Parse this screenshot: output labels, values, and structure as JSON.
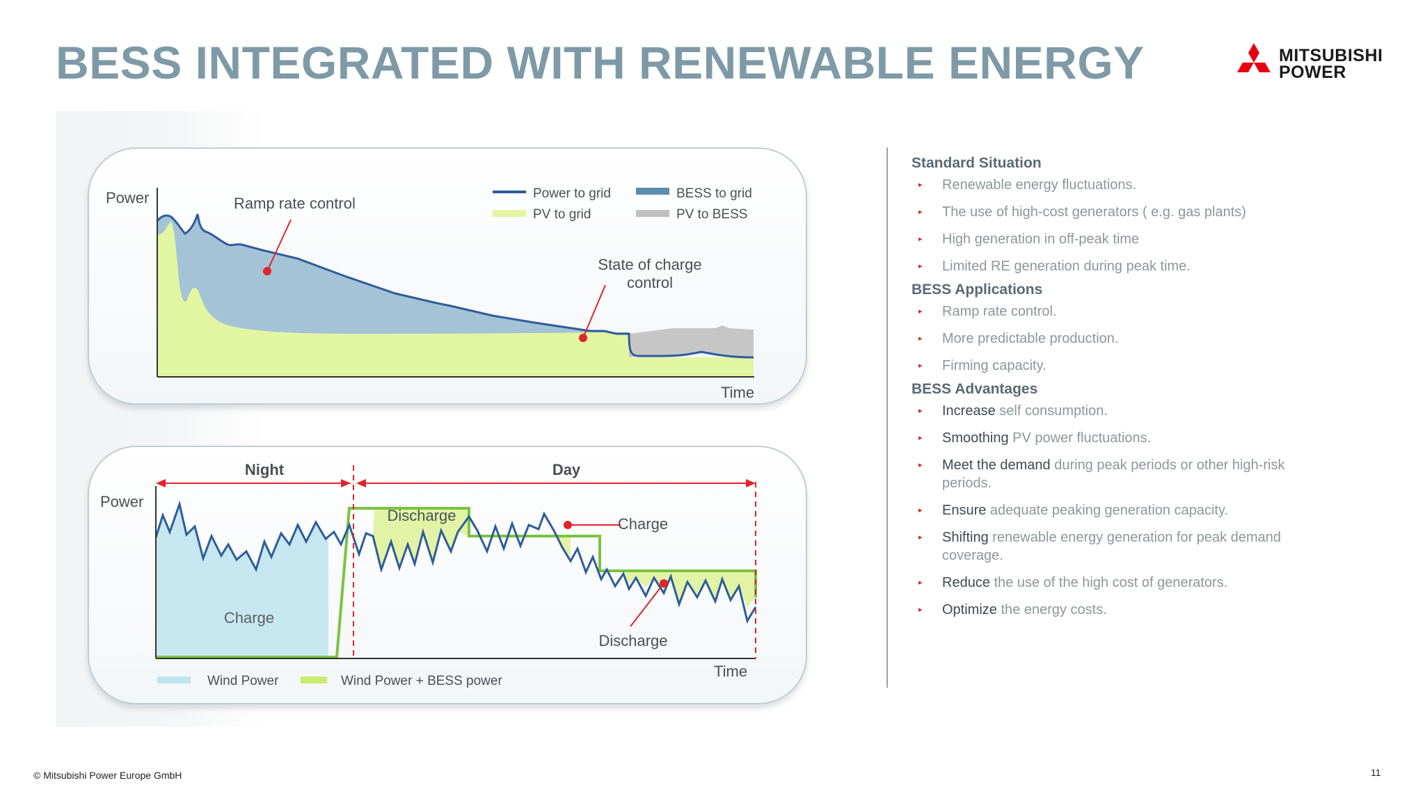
{
  "page": {
    "title": "BESS INTEGRATED WITH RENEWABLE ENERGY",
    "page_number": "11"
  },
  "logo": {
    "name": "mitsubishi-diamonds",
    "line1": "MITSUBISHI",
    "line2": "POWER",
    "color": "#e60012"
  },
  "footer": {
    "copyright": "© Mitsubishi Power Europe GmbH"
  },
  "chart_top": {
    "y_label": "Power",
    "x_label": "Time",
    "annotation_ramp": "Ramp rate control",
    "annotation_soc_line1": "State of charge",
    "annotation_soc_line2": "control",
    "legend": [
      {
        "label": "Power to grid",
        "color": "#2e5c9a"
      },
      {
        "label": "BESS to grid",
        "color": "#5b8fac"
      },
      {
        "label": "PV to grid",
        "color": "#e2f5a1"
      },
      {
        "label": "PV to BESS",
        "color": "#c0c0c0"
      }
    ]
  },
  "chart_bottom": {
    "y_label": "Power",
    "x_label": "Time",
    "period_night": "Night",
    "period_day": "Day",
    "area_charge": "Charge",
    "label_discharge_top": "Discharge",
    "label_charge_right": "Charge",
    "label_discharge_bottom": "Discharge",
    "legend": [
      {
        "label": "Wind Power",
        "color": "#bfe6f0"
      },
      {
        "label": "Wind Power + BESS power",
        "color": "#c8ec6e"
      }
    ]
  },
  "sidebar": {
    "sections": [
      {
        "heading": "Standard Situation",
        "items": [
          {
            "lead": "",
            "text": "Renewable energy fluctuations."
          },
          {
            "lead": "",
            "text": "The use of high-cost generators ( e.g. gas plants)"
          },
          {
            "lead": "",
            "text": "High generation in off-peak time"
          },
          {
            "lead": "",
            "text": "Limited RE generation during peak time."
          }
        ]
      },
      {
        "heading": "BESS Applications",
        "items": [
          {
            "lead": "",
            "text": "Ramp rate control."
          },
          {
            "lead": "",
            "text": "More predictable production."
          },
          {
            "lead": "",
            "text": "Firming capacity."
          }
        ]
      },
      {
        "heading": "BESS Advantages",
        "items": [
          {
            "lead": "Increase",
            "text": " self consumption."
          },
          {
            "lead": "Smoothing",
            "text": " PV power fluctuations."
          },
          {
            "lead": "Meet the demand",
            "text": " during peak periods or other high-risk periods."
          },
          {
            "lead": "Ensure",
            "text": " adequate peaking generation capacity."
          },
          {
            "lead": "Shifting",
            "text": " renewable energy generation for peak demand coverage."
          },
          {
            "lead": "Reduce",
            "text": " the use of the high cost of generators."
          },
          {
            "lead": "Optimize",
            "text": " the energy costs."
          }
        ]
      }
    ]
  }
}
